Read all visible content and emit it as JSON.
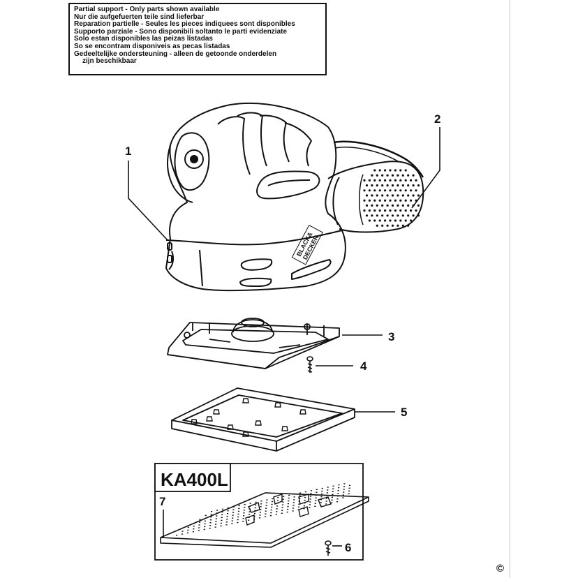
{
  "notice": {
    "lines": [
      "Partial support - Only parts shown available",
      "Nur die aufgefuerten teile sind lieferbar",
      "Reparation partielle - Seules les pieces indiquees sont disponibles",
      "Supporto parziale - Sono disponibili soltanto le parti evidenziate",
      "Solo estan disponibles las peizas listadas",
      "So se encontram disponiveis as pecas listadas",
      "Gedeeltelijke ondersteuning - alleen de getoonde onderdelen",
      "zijn beschikbaar"
    ]
  },
  "callouts": [
    "1",
    "2",
    "3",
    "4",
    "5",
    "6",
    "7"
  ],
  "brand": {
    "line1": "BLACK&",
    "line2": "DECKER"
  },
  "model": {
    "label": "KA400L"
  },
  "copyright": "©"
}
